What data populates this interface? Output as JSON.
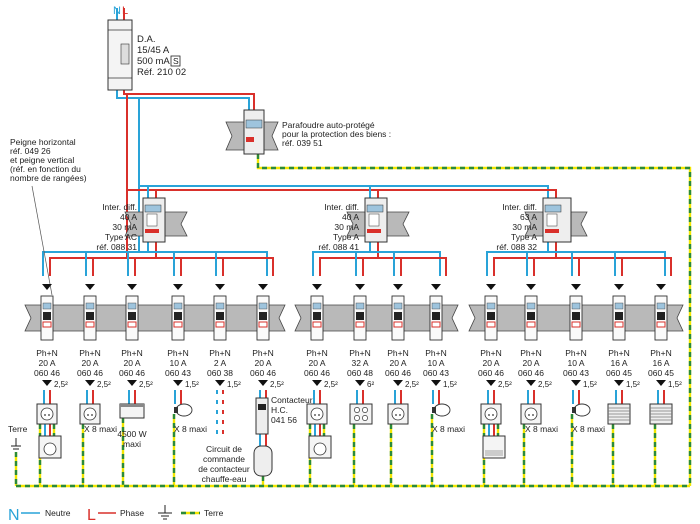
{
  "header": {
    "N_label": "N",
    "L_label": "L"
  },
  "main_breaker": {
    "lines": [
      "D.A.",
      "15/45 A",
      "500 mA",
      "Réf. 210 02"
    ],
    "badge": "S"
  },
  "surge_protector": {
    "lines": [
      "Parafoudre auto-protégé",
      "pour la protection des biens :",
      "réf. 039 51"
    ]
  },
  "comb_note": {
    "lines": [
      "Peigne horizontal",
      "réf. 049 26",
      "et peigne vertical",
      "(réf. en fonction du",
      "nombre de rangées)"
    ]
  },
  "rcds": [
    {
      "lines": [
        "Inter. diff.",
        "40 A",
        "30 mA",
        "Type AC",
        "réf. 088 31"
      ]
    },
    {
      "lines": [
        "Inter. diff.",
        "40 A",
        "30 mA",
        "Type A",
        "réf. 088 41"
      ]
    },
    {
      "lines": [
        "Inter. diff.",
        "63 A",
        "30 mA",
        "Type A",
        "réf. 088 32"
      ]
    }
  ],
  "circuits": [
    {
      "group": 0,
      "type": "Ph+N",
      "rating": "20 A",
      "ref": "060 46",
      "section": "2,5²",
      "load": "socket-washer",
      "note": ""
    },
    {
      "group": 0,
      "type": "Ph+N",
      "rating": "20 A",
      "ref": "060 46",
      "section": "2,5²",
      "load": "socket",
      "note": "X 8 maxi"
    },
    {
      "group": 0,
      "type": "Ph+N",
      "rating": "20 A",
      "ref": "060 46",
      "section": "2,5²",
      "load": "heater",
      "note": "4500 W maxi"
    },
    {
      "group": 0,
      "type": "Ph+N",
      "rating": "10 A",
      "ref": "060 43",
      "section": "1,5²",
      "load": "light",
      "note": "X 8 maxi"
    },
    {
      "group": 0,
      "type": "Ph+N",
      "rating": "2 A",
      "ref": "060 38",
      "section": "1,5²",
      "load": "control",
      "note": "Circuit de commande de contacteur chauffe-eau"
    },
    {
      "group": 0,
      "type": "Ph+N",
      "rating": "20 A",
      "ref": "060 46",
      "section": "2,5²",
      "load": "water-heater",
      "note": "Contacteur H.C. 041 56"
    },
    {
      "group": 1,
      "type": "Ph+N",
      "rating": "20 A",
      "ref": "060 46",
      "section": "2,5²",
      "load": "socket-washer",
      "note": ""
    },
    {
      "group": 1,
      "type": "Ph+N",
      "rating": "32 A",
      "ref": "060 48",
      "section": "6²",
      "load": "cooktop",
      "note": ""
    },
    {
      "group": 1,
      "type": "Ph+N",
      "rating": "20 A",
      "ref": "060 46",
      "section": "2,5²",
      "load": "socket",
      "note": ""
    },
    {
      "group": 1,
      "type": "Ph+N",
      "rating": "10 A",
      "ref": "060 43",
      "section": "1,5²",
      "load": "light",
      "note": "X 8 maxi"
    },
    {
      "group": 2,
      "type": "Ph+N",
      "rating": "20 A",
      "ref": "060 46",
      "section": "2,5²",
      "load": "socket-appliance",
      "note": ""
    },
    {
      "group": 2,
      "type": "Ph+N",
      "rating": "20 A",
      "ref": "060 46",
      "section": "2,5²",
      "load": "socket",
      "note": "X 8 maxi"
    },
    {
      "group": 2,
      "type": "Ph+N",
      "rating": "10 A",
      "ref": "060 43",
      "section": "1,5²",
      "load": "light",
      "note": "X 8 maxi"
    },
    {
      "group": 2,
      "type": "Ph+N",
      "rating": "16 A",
      "ref": "060 45",
      "section": "1,5²",
      "load": "shutter",
      "note": ""
    },
    {
      "group": 2,
      "type": "Ph+N",
      "rating": "16 A",
      "ref": "060 45",
      "section": "1,5²",
      "load": "shutter",
      "note": ""
    }
  ],
  "earth_label": "Terre",
  "legend": {
    "neutral_letter": "N",
    "neutral_label": "Neutre",
    "phase_letter": "L",
    "phase_label": "Phase",
    "earth_label": "Terre"
  },
  "colors": {
    "neutral": "#29a3d8",
    "phase": "#d9302b",
    "earth_yellow": "#f3e600",
    "earth_green": "#2a8a3a",
    "rail": "#b9b9b9"
  }
}
